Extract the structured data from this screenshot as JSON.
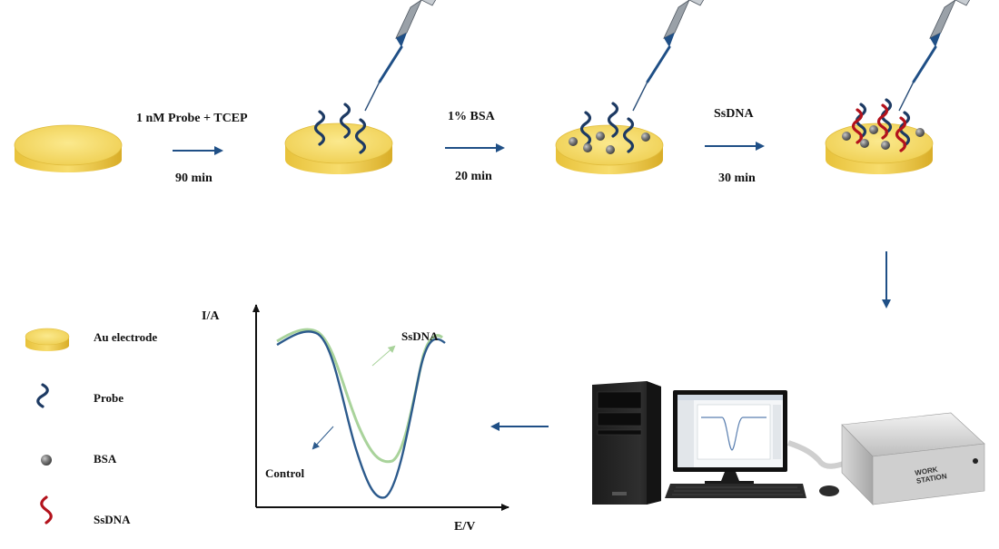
{
  "steps": [
    {
      "reagent": "1 nM Probe + TCEP",
      "time": "90 min"
    },
    {
      "reagent": "1% BSA",
      "time": "20 min"
    },
    {
      "reagent": "SsDNA",
      "time": "30 min"
    }
  ],
  "legend": [
    {
      "label": "Au electrode",
      "icon": "gold-disk-icon"
    },
    {
      "label": "Probe",
      "icon": "probe-strand-icon"
    },
    {
      "label": "BSA",
      "icon": "bsa-sphere-icon"
    },
    {
      "label": "SsDNA",
      "icon": "ssdna-strand-icon"
    }
  ],
  "graph": {
    "y_label": "I/A",
    "x_label": "E/V",
    "curve_labels": {
      "ssdna": "SsDNA",
      "control": "Control"
    }
  },
  "workstation": {
    "line1": "WORK",
    "line2": "STATION"
  },
  "colors": {
    "gold": "#f2d35a",
    "probe": "#1d3a63",
    "ssdna": "#b3121c",
    "bsa": "#6e6e6e",
    "arrow": "#1f4f86",
    "control_curve": "#2c5a8c",
    "ssdna_curve": "#a9d39b"
  }
}
